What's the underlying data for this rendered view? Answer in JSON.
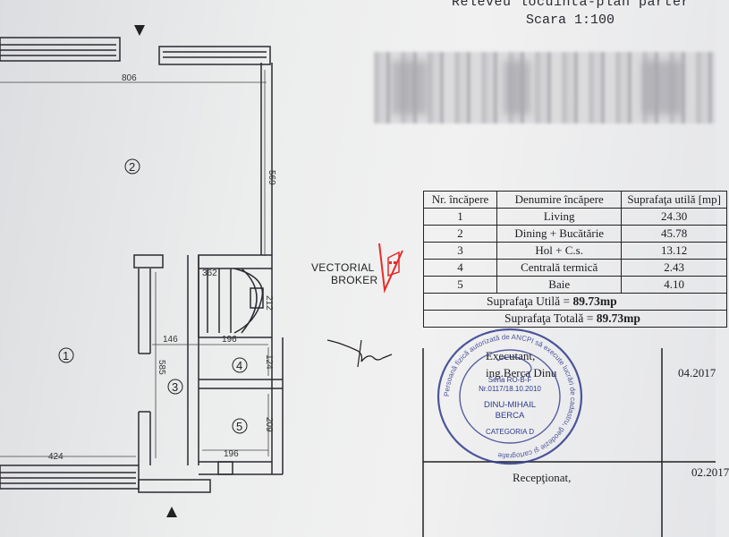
{
  "header": {
    "title": "Releveu locuinta-plan parter",
    "scale": "Scara 1:100"
  },
  "plan": {
    "dims": {
      "top_width": "806",
      "right_height": "569",
      "stair_width": "362",
      "stair_height": "212",
      "hall_width": "146",
      "room4_width": "196",
      "room4_height": "124",
      "left_height": "585",
      "room5_height": "209",
      "room5_width": "196",
      "bottom_width": "424"
    },
    "rooms": [
      "1",
      "2",
      "3",
      "4",
      "5"
    ]
  },
  "watermark": {
    "line1": "VECTORIAL",
    "line2": "BROKER",
    "color": "#e52b2b"
  },
  "table": {
    "headers": [
      "Nr. încăpere",
      "Denumire încăpere",
      "Suprafaţa utilă [mp]"
    ],
    "rows": [
      {
        "nr": "1",
        "name": "Living",
        "area": "24.30"
      },
      {
        "nr": "2",
        "name": "Dining + Bucătărie",
        "area": "45.78"
      },
      {
        "nr": "3",
        "name": "Hol + C.s.",
        "area": "13.12"
      },
      {
        "nr": "4",
        "name": "Centrală termică",
        "area": "2.43"
      },
      {
        "nr": "5",
        "name": "Baie",
        "area": "4.10"
      }
    ],
    "useful_label": "Suprafaţa Utilă = ",
    "useful_value": "89.73mp",
    "total_label": "Suprafaţa Totală = ",
    "total_value": "89.73mp"
  },
  "signatures": {
    "executant_label": "Executant,",
    "executant_name": "ing.Berca Dinu",
    "executant_date": "04.2017",
    "receptionat_label": "Recepţionat,",
    "receptionat_date": "02.2017"
  },
  "stamp": {
    "outer": "Persoană fizică autorizată de ANCPI să execute lucrări de cadastru, geodezie şi cartografie",
    "series": "Seria RO-B-F",
    "number": "Nr.0117/18.10.2010",
    "name1": "DINU-MIHAIL",
    "name2": "BERCA",
    "category": "CATEGORIA D",
    "color": "#2e3a8c"
  }
}
